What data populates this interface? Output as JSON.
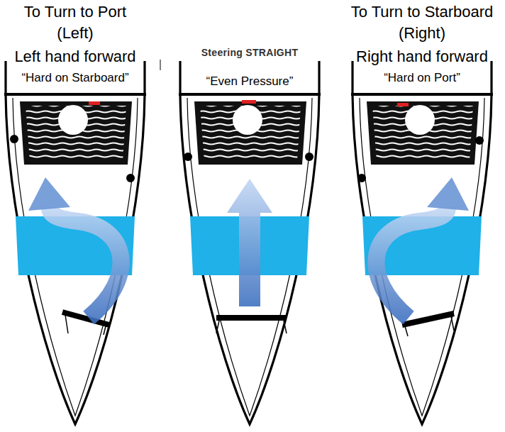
{
  "diagram": {
    "nodes": [
      {
        "text": [
          "To Turn to Port",
          "(Left)",
          "Left hand forward",
          "“Hard on Starboard”"
        ]
      },
      {
        "text": [
          "Steering STRAIGHT",
          "“Even Pressure”"
        ]
      },
      {
        "text": [
          "To Turn to Starboard",
          "(Right)",
          "Right hand forward",
          "“Hard on Port”"
        ]
      }
    ]
  }
}
